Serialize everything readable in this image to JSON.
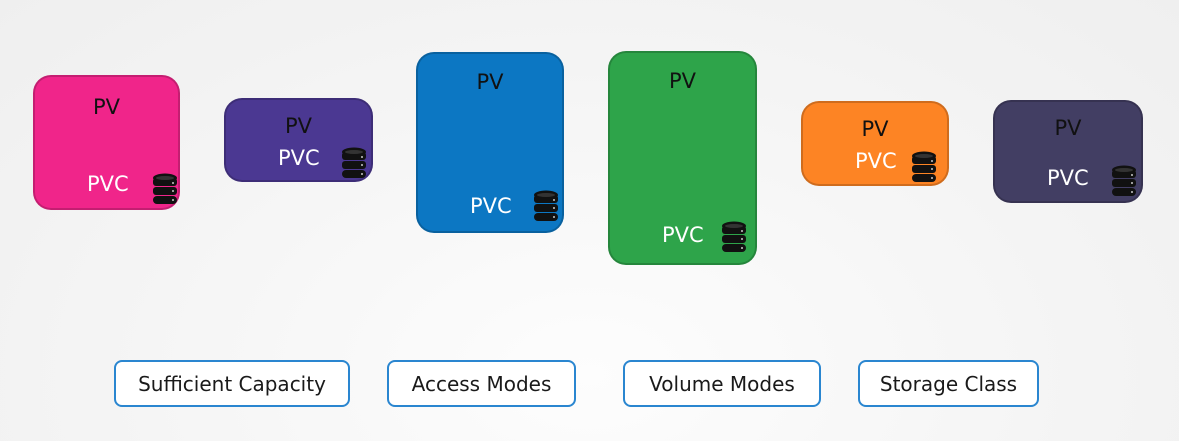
{
  "volumes": [
    {
      "pv": "PV",
      "pvc": "PVC",
      "color": "#f0258a"
    },
    {
      "pv": "PV",
      "pvc": "PVC",
      "color": "#4b3892"
    },
    {
      "pv": "PV",
      "pvc": "PVC",
      "color": "#0c77c3"
    },
    {
      "pv": "PV",
      "pvc": "PVC",
      "color": "#2ea44a"
    },
    {
      "pv": "PV",
      "pvc": "PVC",
      "color": "#fd8424"
    },
    {
      "pv": "PV",
      "pvc": "PVC",
      "color": "#423e63"
    }
  ],
  "criteria": [
    "Sufficient Capacity",
    "Access Modes",
    "Volume Modes",
    "Storage Class"
  ]
}
